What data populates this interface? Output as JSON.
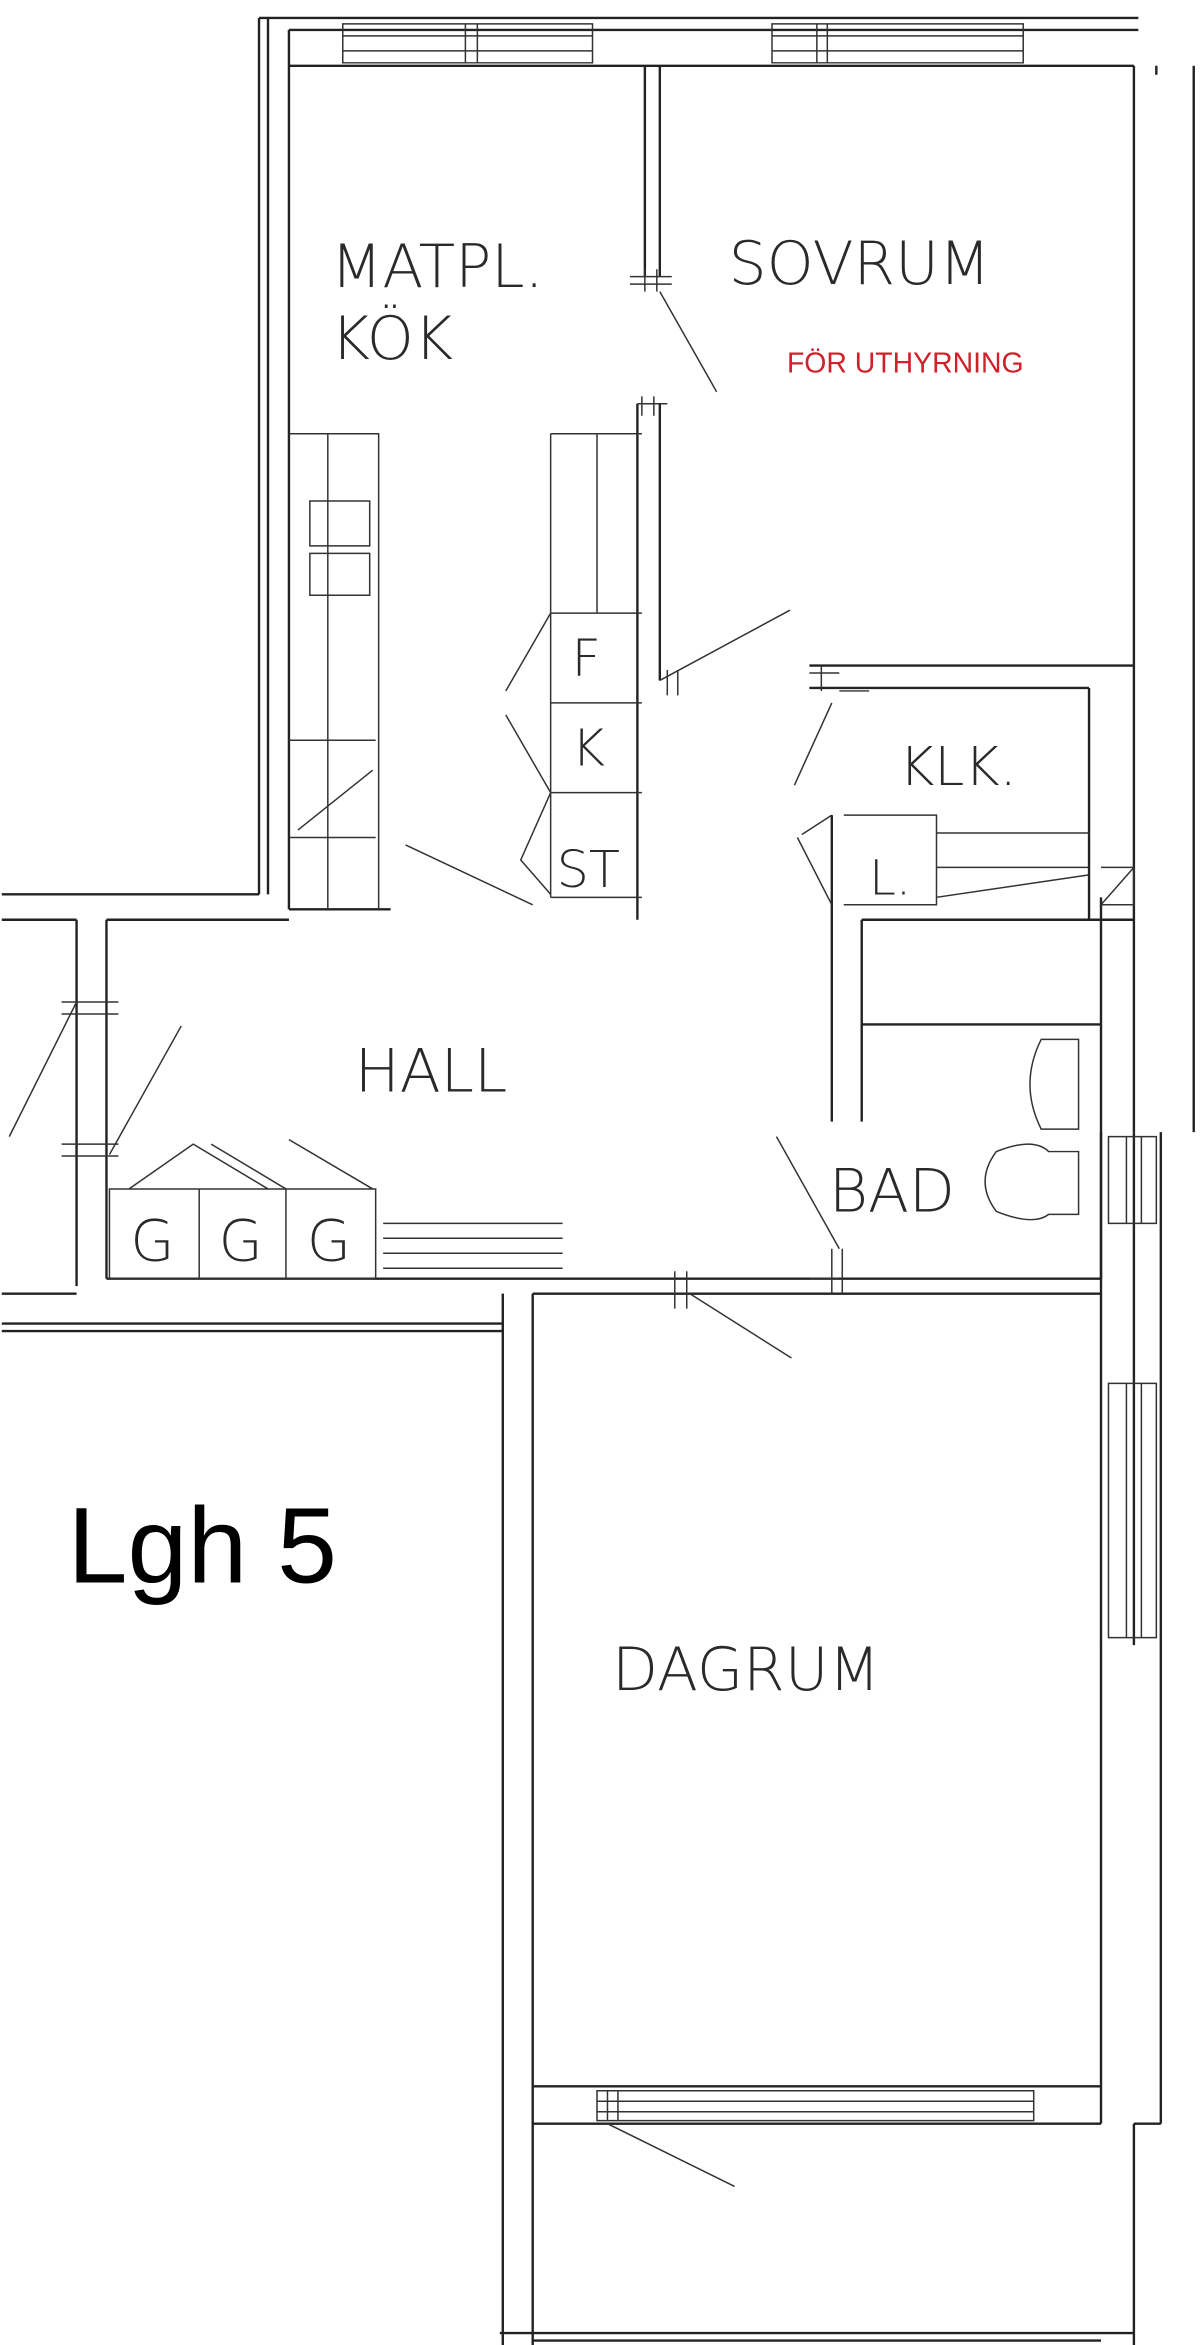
{
  "plan": {
    "apartment_label": "Lgh 5",
    "note": "FÖR UTHYRNING",
    "note_color": "#d0202a",
    "rooms": {
      "kitchen_line1": "MATPL.",
      "kitchen_line2": "KÖK",
      "bedroom": "SOVRUM",
      "closet": "KLK.",
      "linen": "L.",
      "hall": "HALL",
      "bath": "BAD",
      "living": "DAGRUM"
    },
    "appliances": {
      "fridge": "F",
      "freezer": "K",
      "stove": "ST"
    },
    "wardrobes": [
      "G",
      "G",
      "G"
    ]
  }
}
